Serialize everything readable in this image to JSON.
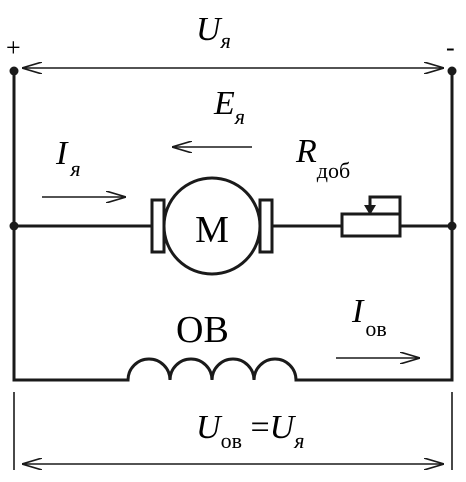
{
  "terminals": {
    "plus": "+",
    "minus": "-"
  },
  "labels": {
    "u_armature": {
      "main": "U",
      "sub": "я"
    },
    "e_armature": {
      "main": "E",
      "sub": "я"
    },
    "i_armature": {
      "main": "I",
      "sub": "я"
    },
    "r_additional": {
      "main": "R",
      "sub": "доб"
    },
    "motor": "M",
    "field_winding": "ОВ",
    "i_field": {
      "main": "I",
      "sub": "ов"
    },
    "u_relation": {
      "lhs_main": "U",
      "lhs_sub": "ов",
      "eq": " =",
      "rhs_main": "U",
      "rhs_sub": "я"
    }
  }
}
